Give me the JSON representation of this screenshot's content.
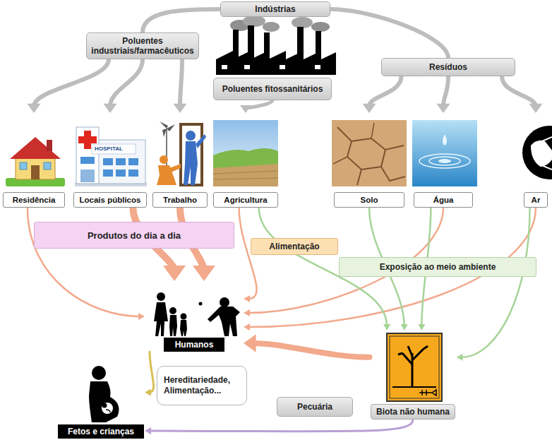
{
  "diagram": {
    "nodes": [
      {
        "text": [
          "Indústrias"
        ]
      },
      {
        "text": [
          "Poluentes industriais/farmacêuticos"
        ]
      },
      {
        "text": [
          "Poluentes fitossanitários"
        ]
      },
      {
        "text": [
          "Resíduos"
        ]
      },
      {
        "text": [
          "Residência"
        ]
      },
      {
        "text": [
          "Locais públicos"
        ]
      },
      {
        "text": [
          "Trabalho"
        ]
      },
      {
        "text": [
          "Agricultura"
        ]
      },
      {
        "text": [
          "Solo"
        ]
      },
      {
        "text": [
          "Água"
        ]
      },
      {
        "text": [
          "Ar"
        ]
      },
      {
        "text": [
          "Produtos do dia a dia"
        ]
      },
      {
        "text": [
          "Alimentação"
        ]
      },
      {
        "text": [
          "Exposição ao meio ambiente"
        ]
      },
      {
        "text": [
          "Humanos"
        ]
      },
      {
        "text": [
          "Hereditariedade, Alimentação..."
        ]
      },
      {
        "text": [
          "Pecuária"
        ]
      },
      {
        "text": [
          "Biota não humana"
        ]
      },
      {
        "text": [
          "Fetos e crianças"
        ]
      }
    ],
    "edges": [
      {
        "from": 0,
        "to": 1,
        "arrow": "none"
      },
      {
        "from": 0,
        "to": 3,
        "arrow": "none"
      },
      {
        "from": 1,
        "to": 4,
        "arrow": "to"
      },
      {
        "from": 1,
        "to": 5,
        "arrow": "to"
      },
      {
        "from": 1,
        "to": 6,
        "arrow": "to"
      },
      {
        "from": 2,
        "to": 7,
        "arrow": "to"
      },
      {
        "from": 3,
        "to": 8,
        "arrow": "to"
      },
      {
        "from": 3,
        "to": 9,
        "arrow": "to"
      },
      {
        "from": 3,
        "to": 10,
        "arrow": "to"
      },
      {
        "from": 4,
        "to": 14,
        "arrow": "to"
      },
      {
        "from": 5,
        "to": 14,
        "arrow": "to"
      },
      {
        "from": 6,
        "to": 14,
        "arrow": "to"
      },
      {
        "from": 7,
        "to": 14,
        "arrow": "to"
      },
      {
        "from": 9,
        "to": 14,
        "arrow": "to"
      },
      {
        "from": 10,
        "to": 14,
        "arrow": "to"
      },
      {
        "from": 7,
        "to": 17,
        "arrow": "to"
      },
      {
        "from": 8,
        "to": 17,
        "arrow": "to"
      },
      {
        "from": 9,
        "to": 17,
        "arrow": "to"
      },
      {
        "from": 10,
        "to": 17,
        "arrow": "to"
      },
      {
        "from": 17,
        "to": 14,
        "arrow": "to"
      },
      {
        "from": 14,
        "to": 18,
        "arrow": "to"
      },
      {
        "from": 17,
        "to": 18,
        "arrow": "to"
      }
    ],
    "labels": [
      "HOSPITAL"
    ]
  }
}
